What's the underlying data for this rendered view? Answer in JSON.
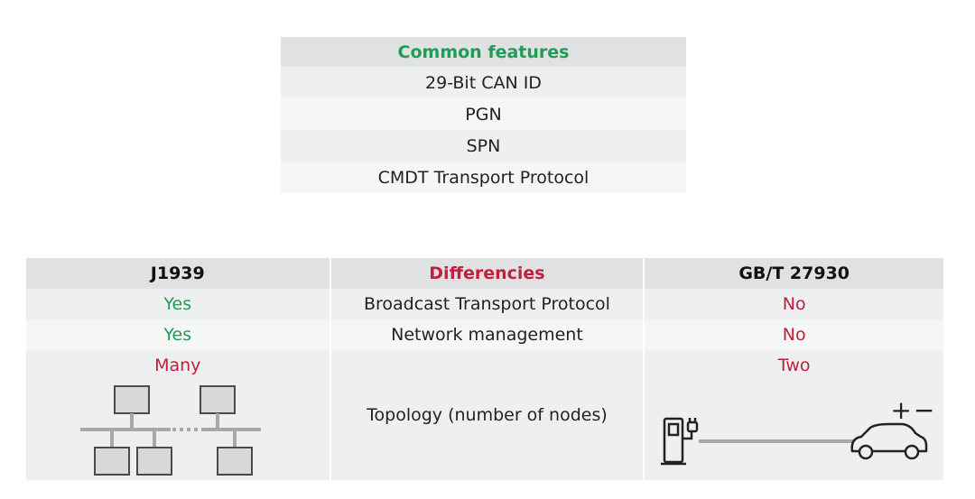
{
  "common": {
    "header": "Common features",
    "rows": [
      "29-Bit CAN ID",
      "PGN",
      "SPN",
      "CMDT Transport Protocol"
    ]
  },
  "diff": {
    "headers": {
      "left": "J1939",
      "mid": "Differencies",
      "right": "GB/T 27930"
    },
    "rows": [
      {
        "left": "Yes",
        "mid": "Broadcast Transport Protocol",
        "right": "No"
      },
      {
        "left": "Yes",
        "mid": "Network management",
        "right": "No"
      },
      {
        "left": "Many",
        "mid": "Topology (number of nodes)",
        "right": "Two"
      }
    ],
    "plus_minus": "+−"
  },
  "colors": {
    "green": "#1f9d55",
    "red": "#c0203c",
    "header_bg": "#e0e1e2"
  },
  "icons": [
    "bus-network-icon",
    "charging-station-icon",
    "car-icon"
  ]
}
